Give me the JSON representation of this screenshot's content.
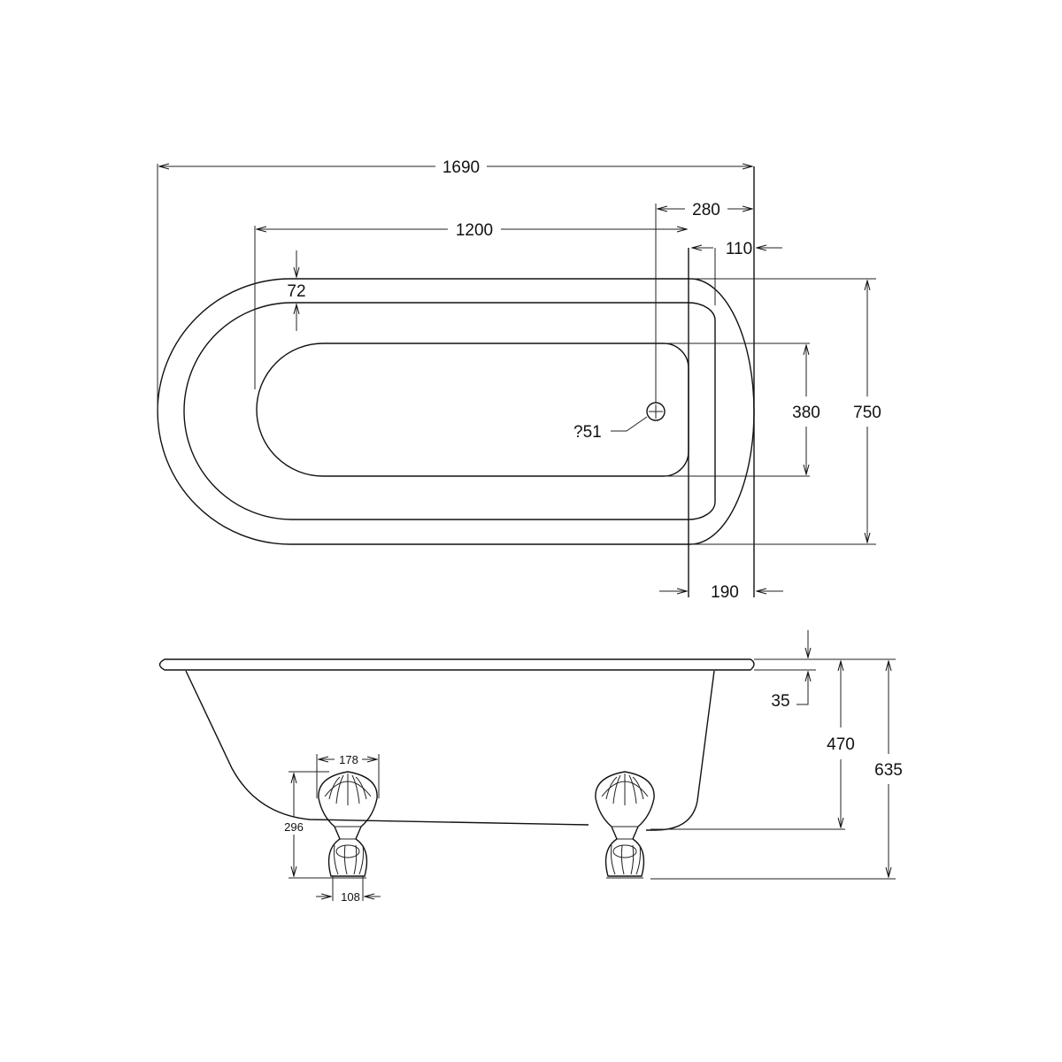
{
  "dimensions": {
    "overall_length": "1690",
    "inner_length": "1200",
    "waste_offset": "280",
    "rim_right": "110",
    "rim_width": "72",
    "base_width": "380",
    "overall_width": "750",
    "end_width": "190",
    "waste_diameter": "?51",
    "rim_thickness": "35",
    "inner_depth": "470",
    "overall_height": "635",
    "foot_width": "178",
    "foot_height": "296",
    "foot_base": "108"
  },
  "colors": {
    "line": "#111111",
    "background": "#ffffff"
  },
  "icons": {
    "foot": "claw-foot-icon",
    "waste": "waste-outlet-icon"
  }
}
